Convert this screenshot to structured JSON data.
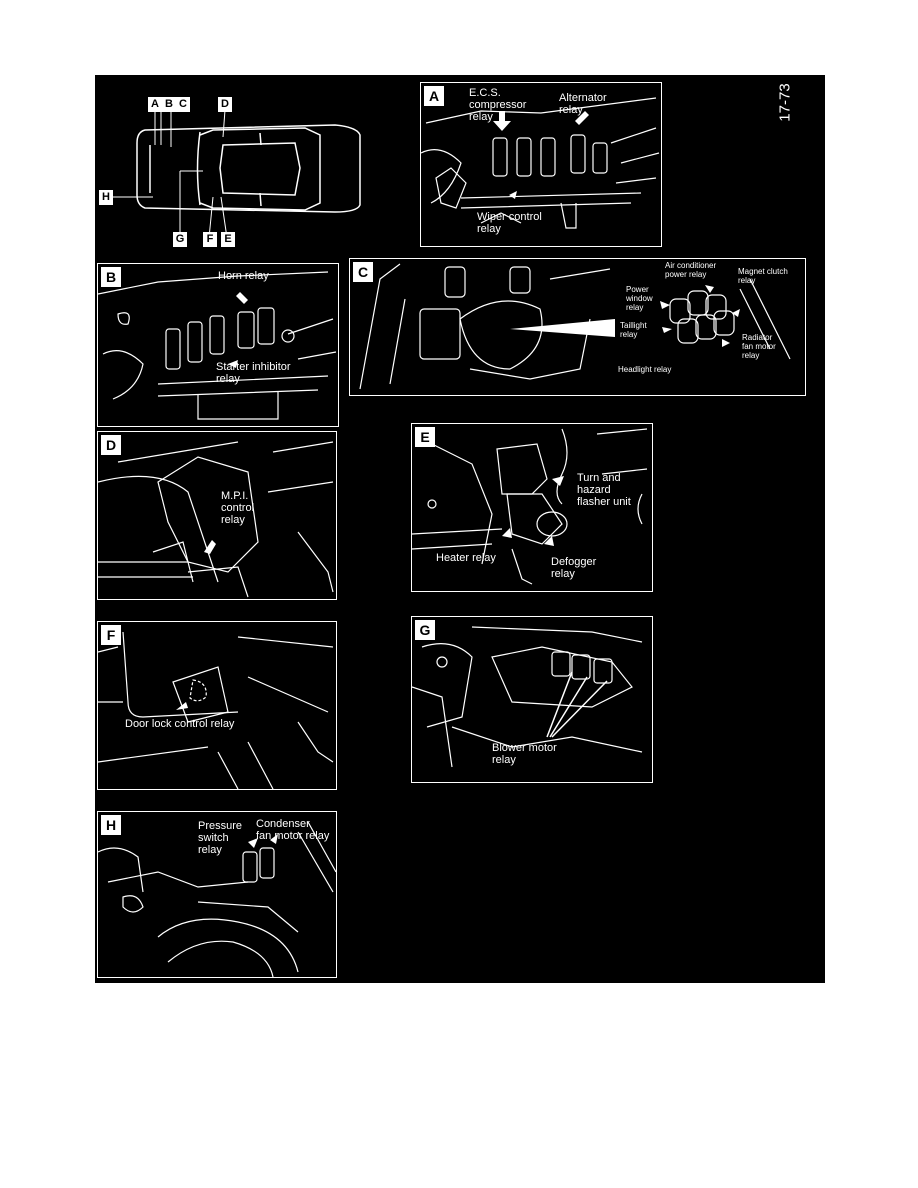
{
  "page_number": "17-73",
  "overview": {
    "markers": [
      "A",
      "B",
      "C",
      "D",
      "H",
      "G",
      "F",
      "E"
    ]
  },
  "panels": {
    "A": {
      "letter": "A",
      "labels": [
        "E.C.S.\ncompressor\nrelay",
        "Alternator\nrelay",
        "Wiper control\nrelay"
      ]
    },
    "B": {
      "letter": "B",
      "labels": [
        "Horn relay",
        "Starter inhibitor\nrelay"
      ]
    },
    "C": {
      "letter": "C",
      "labels": [
        "Air conditioner\npower relay",
        "Magnet clutch\nrelay",
        "Power\nwindow\nrelay",
        "Taillight\nrelay",
        "Radiator\nfan motor\nrelay",
        "Headlight relay"
      ]
    },
    "D": {
      "letter": "D",
      "labels": [
        "M.P.I.\ncontrol\nrelay"
      ]
    },
    "E": {
      "letter": "E",
      "labels": [
        "Turn and\nhazard\nflasher unit",
        "Heater relay",
        "Defogger\nrelay"
      ]
    },
    "F": {
      "letter": "F",
      "labels": [
        "Door lock control relay"
      ]
    },
    "G": {
      "letter": "G",
      "labels": [
        "Blower motor\nrelay"
      ]
    },
    "H": {
      "letter": "H",
      "labels": [
        "Pressure\nswitch\nrelay",
        "Condenser\nfan motor relay"
      ]
    }
  }
}
